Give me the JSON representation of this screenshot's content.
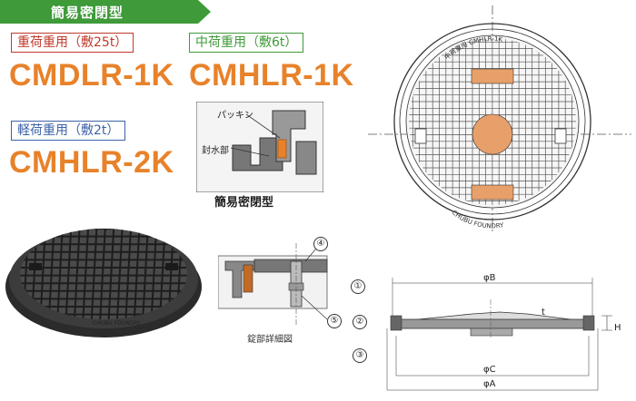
{
  "header": {
    "title": "簡易密閉型"
  },
  "products": [
    {
      "load": "重荷重用（敷25t）",
      "model": "CMDLR-1K",
      "color": "#c0392b"
    },
    {
      "load": "中荷重用（敷6t）",
      "model": "CMHLR-1K",
      "color": "#3f9a3a"
    },
    {
      "load": "軽荷重用（敷2t）",
      "model": "CMHLR-2K",
      "color": "#3c62a8"
    }
  ],
  "seal_detail": {
    "packing_label": "パッキン",
    "seal_part_label": "封水部",
    "caption": "簡易密閉型"
  },
  "lock_detail": {
    "caption": "錠部詳細図",
    "callouts": [
      "④",
      "⑤"
    ]
  },
  "top_view": {
    "top_text": "中荷重用 CMHLR-1K",
    "bottom_text": "CHUBU FOUNDRY"
  },
  "section_view": {
    "callouts": [
      "①",
      "②",
      "③"
    ],
    "dims": {
      "B": "φB",
      "C": "φC",
      "A": "φA",
      "H": "H",
      "t": "t"
    }
  },
  "photo": {
    "cast_text": "CHUBU FOUNDRY"
  },
  "colors": {
    "accent_orange": "#e8822a",
    "banner_green": "#3f9a3a"
  }
}
